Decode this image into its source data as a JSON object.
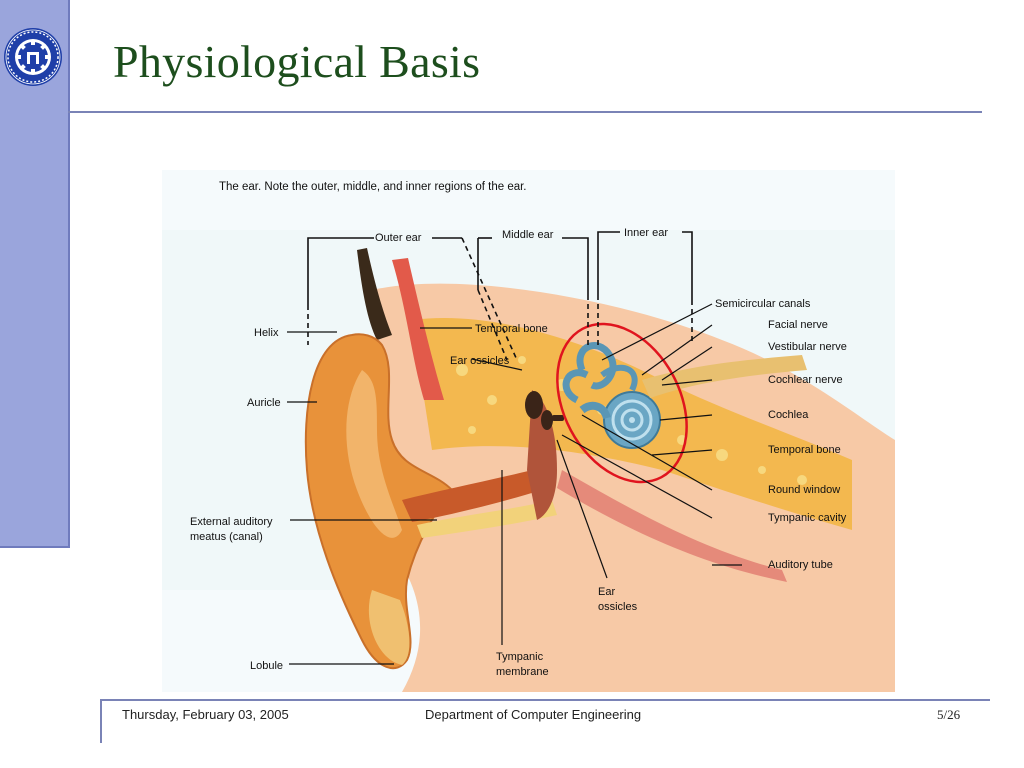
{
  "slide": {
    "title": "Physiological Basis",
    "accent_color": "#1d4e1d",
    "sidebar_color": "#9aa5dc",
    "logo_icon": "university-gear-seal-icon"
  },
  "figure": {
    "caption": "The ear. Note the outer, middle, and inner regions of  the ear.",
    "region_labels": {
      "outer": "Outer ear",
      "middle": "Middle ear",
      "inner": "Inner ear"
    },
    "labels": {
      "helix": "Helix",
      "auricle": "Auricle",
      "external_meatus_1": "External auditory",
      "external_meatus_2": "meatus (canal)",
      "lobule": "Lobule",
      "temporal_bone_left": "Temporal bone",
      "ear_ossicles_top": "Ear ossicles",
      "semicircular_canals": "Semicircular canals",
      "facial_nerve": "Facial nerve",
      "vestibular_nerve": "Vestibular nerve",
      "cochlear_nerve": "Cochlear nerve",
      "cochlea": "Cochlea",
      "temporal_bone_right": "Temporal bone",
      "round_window": "Round window",
      "tympanic_cavity": "Tympanic cavity",
      "auditory_tube": "Auditory tube",
      "ear_ossicles_bottom_1": "Ear",
      "ear_ossicles_bottom_2": "ossicles",
      "tympanic_membrane_1": "Tympanic",
      "tympanic_membrane_2": "membrane"
    },
    "highlight_color": "#e0141e"
  },
  "footer": {
    "date": "Thursday, February 03, 2005",
    "department": "Department of Computer Engineering",
    "page": "5/26"
  }
}
